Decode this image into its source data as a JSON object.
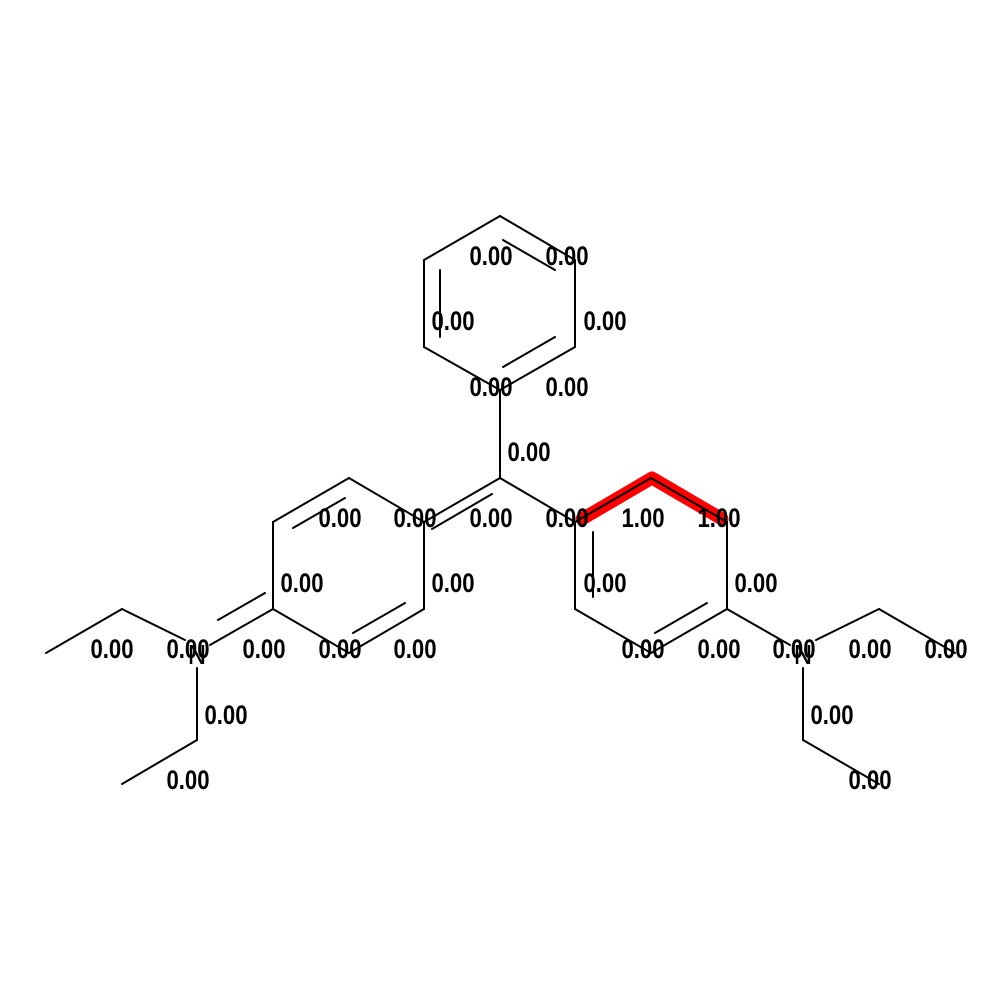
{
  "molecule": {
    "atom_labels": {
      "n_left": "N",
      "n_right": "N"
    },
    "highlight_color": "#ff0000",
    "weights": [
      "0.00",
      "0.00",
      "0.00",
      "0.00",
      "0.00",
      "0.00",
      "0.00",
      "0.00",
      "0.00",
      "0.00",
      "0.00",
      "1.00",
      "1.00",
      "0.00",
      "0.00",
      "0.00",
      "0.00",
      "0.00",
      "0.00",
      "0.00",
      "0.00",
      "0.00",
      "0.00",
      "0.00",
      "0.00",
      "0.00",
      "0.00",
      "0.00",
      "0.00",
      "0.00",
      "0.00"
    ]
  }
}
